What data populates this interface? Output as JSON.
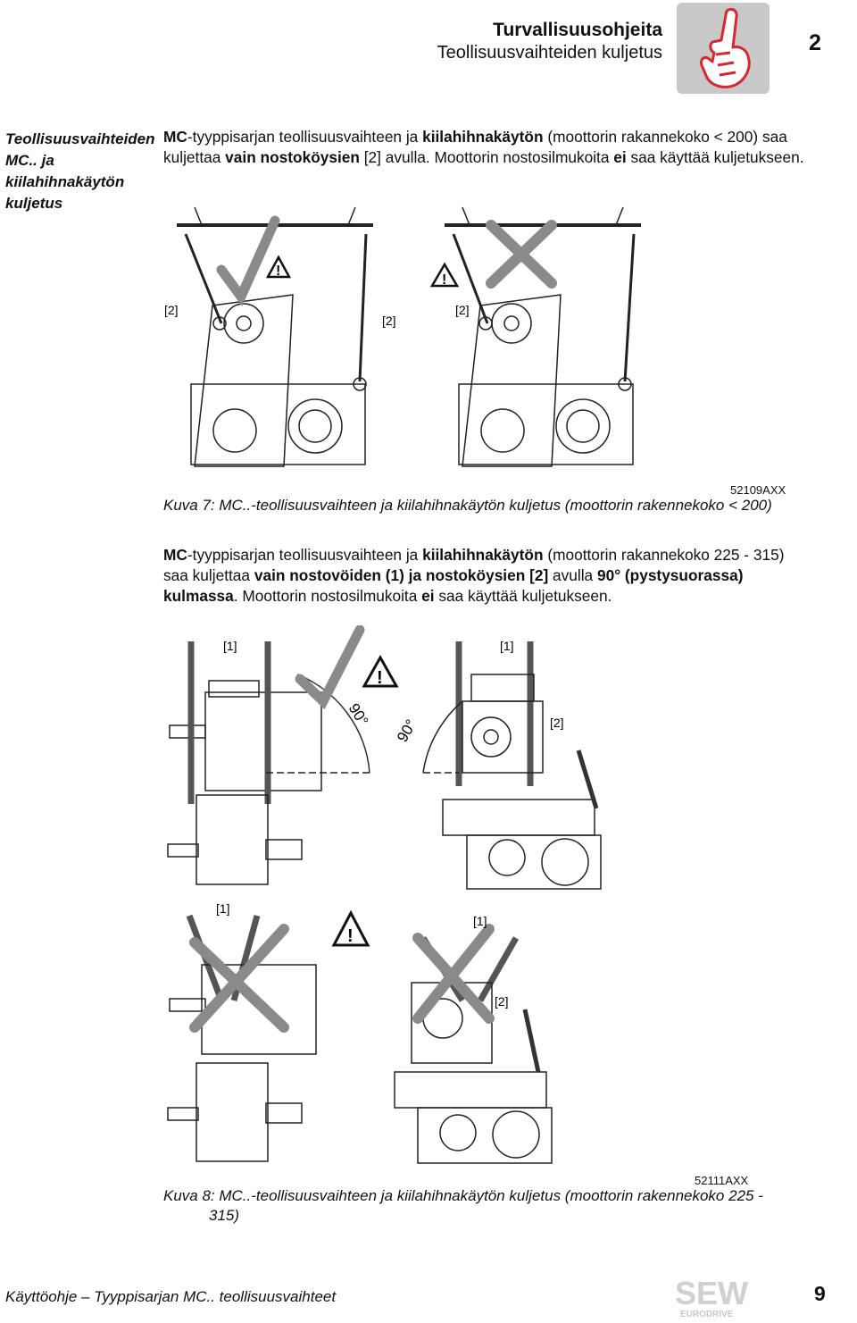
{
  "header": {
    "title": "Turvallisuusohjeita",
    "subtitle": "Teollisuusvaihteiden kuljetus",
    "chapter_number": "2",
    "icon": "pointing-hand-icon",
    "icon_color": "#d7282f"
  },
  "sidebar": {
    "heading": "Teollisuusvaihteiden MC.. ja kiilahihnakäytön kuljetus"
  },
  "section1": {
    "p1": "MC",
    "p2": "-tyyppisarjan teollisuusvaihteen ja ",
    "p3": "kiilahihnakäytön",
    "p4": " (moottorin rakannekoko < 200) saa kuljettaa ",
    "p5": "vain nostoköysien",
    "p6": " [2] avulla. Moottorin nostosilmukoita ",
    "p7": "ei",
    "p8": " saa käyttää kuljetukseen."
  },
  "figure7": {
    "code": "52109AXX",
    "caption": "Kuva 7: MC..-teollisuusvaihteen ja kiilahihnakäytön kuljetus (moottorin rakennekoko < 200)",
    "labels": [
      "[2]",
      "[2]",
      "[2]"
    ]
  },
  "section2": {
    "p1": "MC",
    "p2": "-tyyppisarjan teollisuusvaihteen ja ",
    "p3": "kiilahihnakäytön",
    "p4": " (moottorin rakannekoko 225 - 315) saa kuljettaa ",
    "p5": "vain nostovöiden (1) ja nostoköysien [2]",
    "p6": " avulla ",
    "p7": "90° (pystysuorassa) kulmassa",
    "p8": ". Moottorin nostosilmukoita ",
    "p9": "ei",
    "p10": " saa käyttää kuljetukseen."
  },
  "figure8": {
    "code": "52111AXX",
    "caption_line1": "Kuva 8: MC..-teollisuusvaihteen ja kiilahihnakäytön kuljetus (moottorin rakennekoko 225 -",
    "caption_line2": "315)",
    "label_1": "[1]",
    "label_2": "[2]",
    "angle": "90°"
  },
  "footer": {
    "left": "Käyttöohje – Tyyppisarjan MC.. teollisuusvaihteet",
    "page": "9",
    "logo_text": "SEW",
    "logo_sub": "EURODRIVE"
  }
}
